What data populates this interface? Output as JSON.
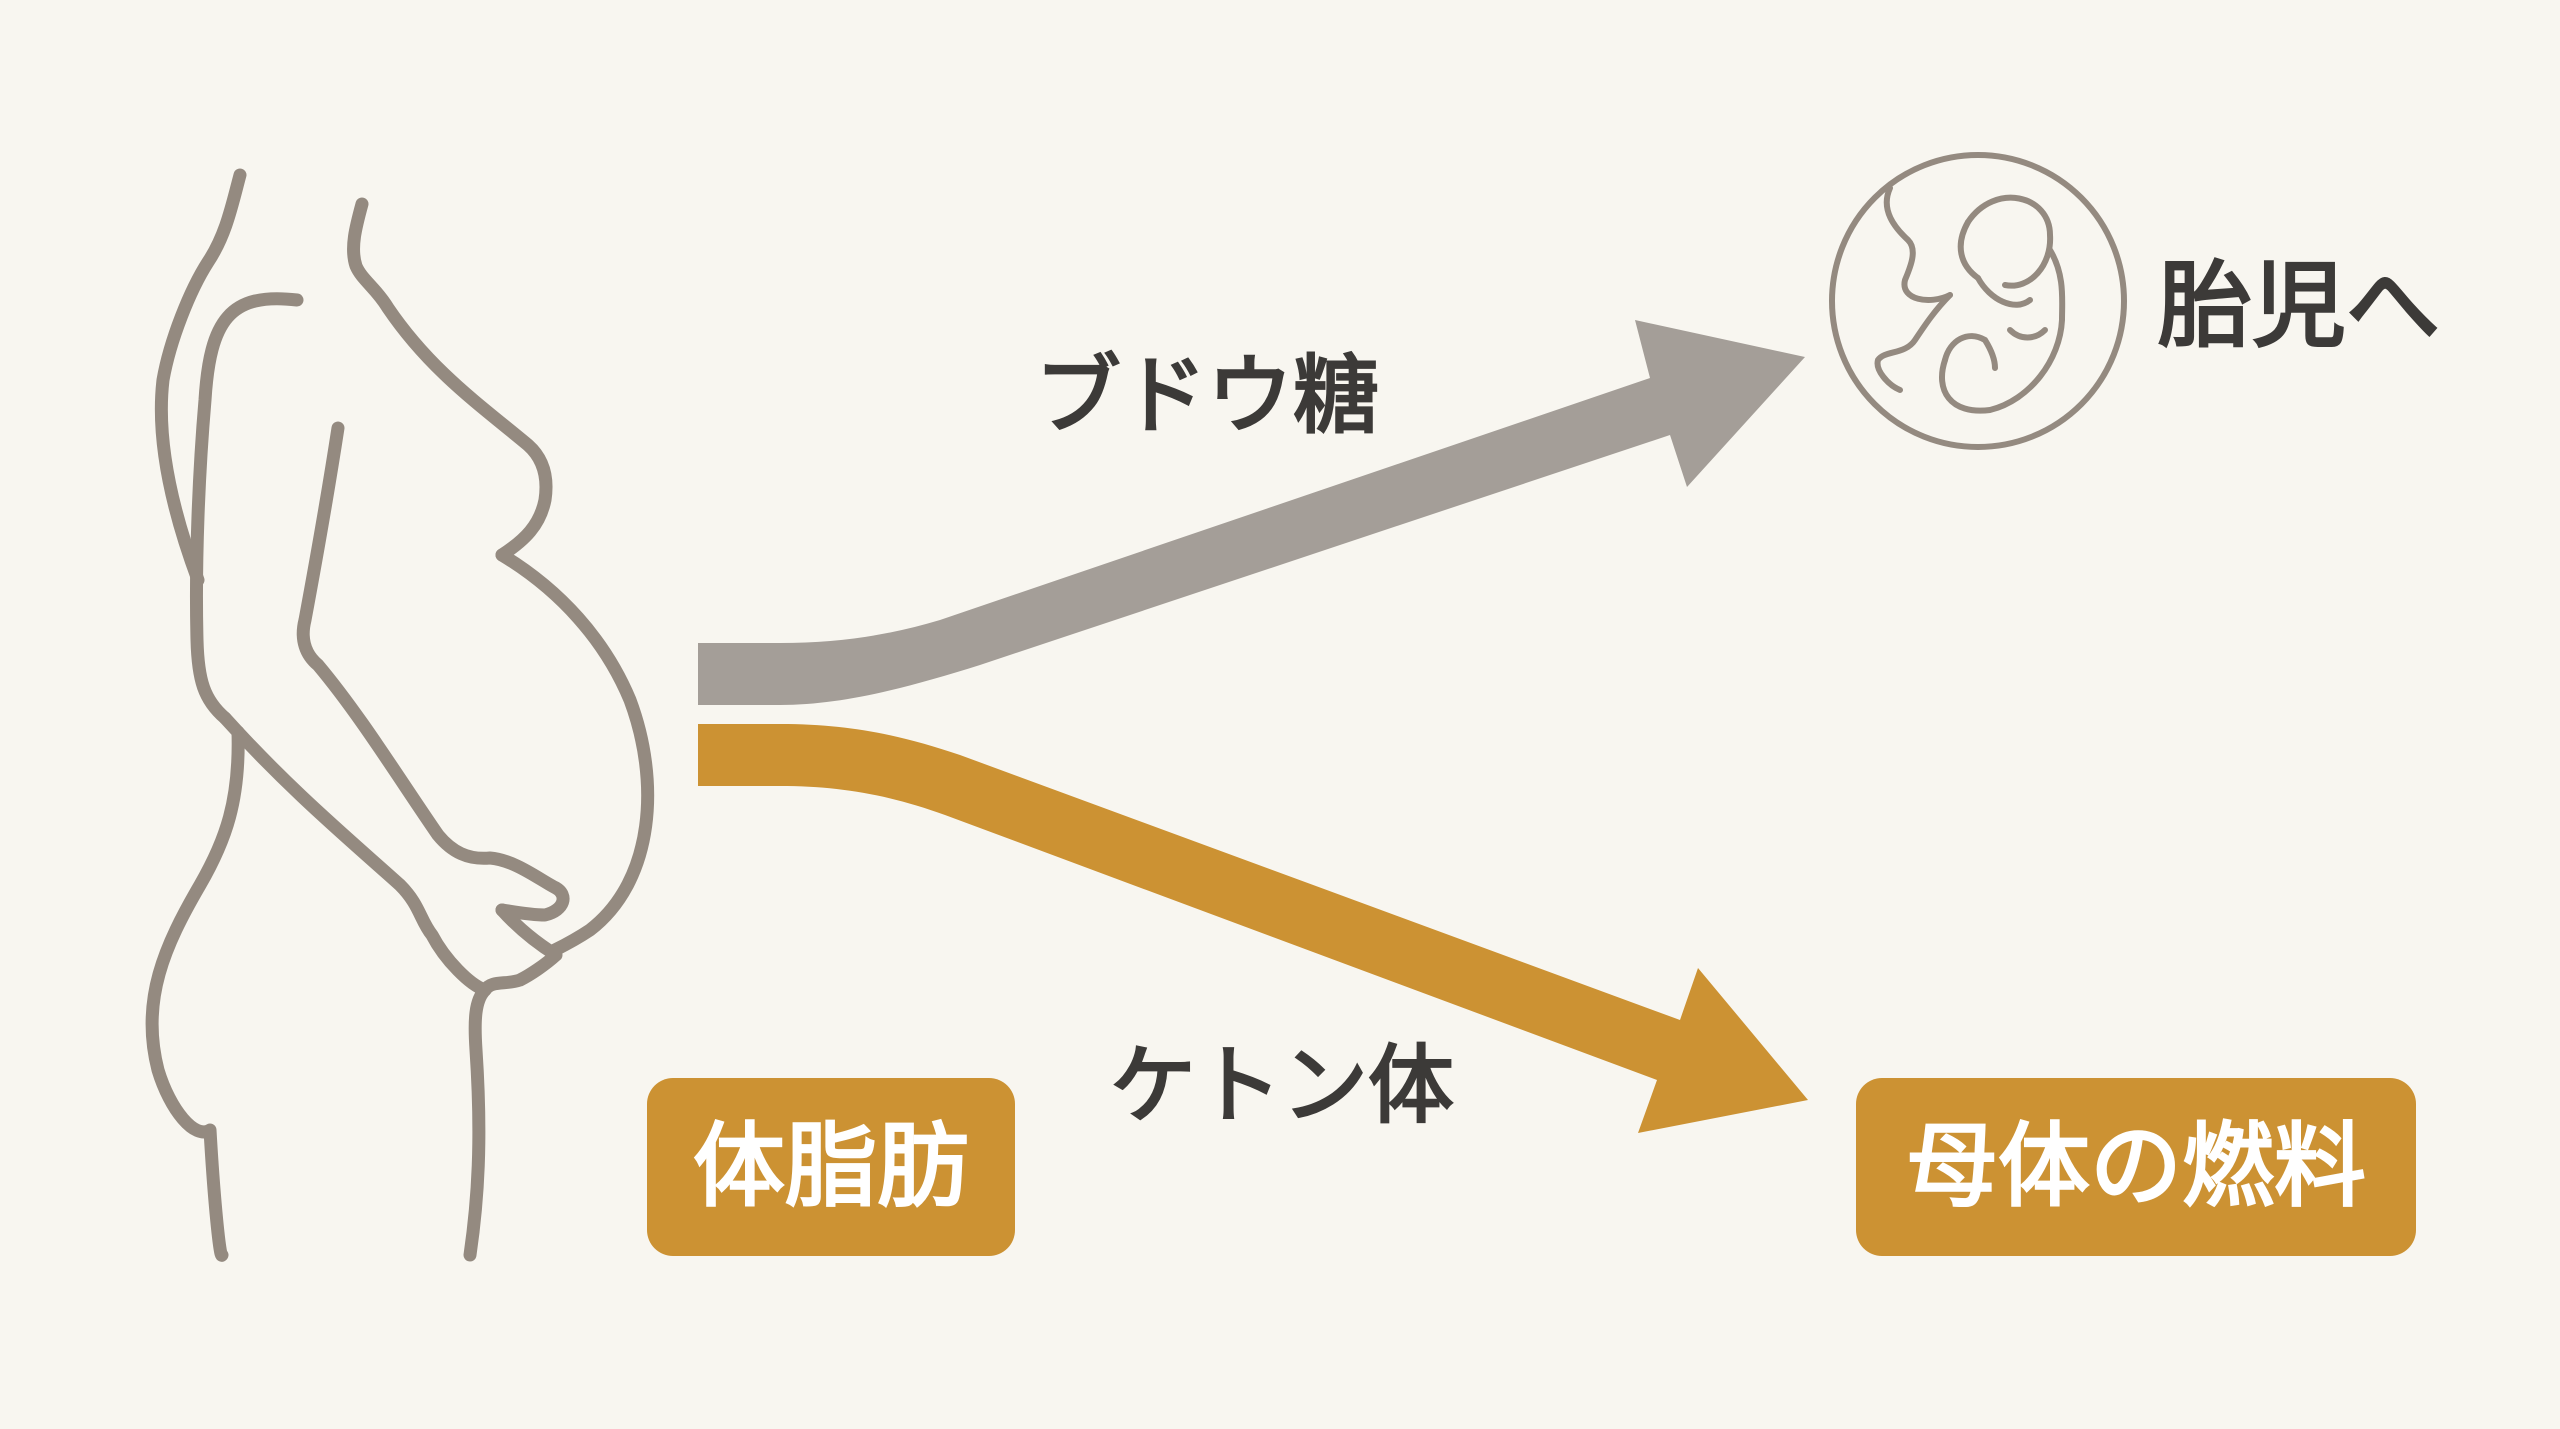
{
  "labels": {
    "glucose": "ブドウ糖",
    "ketone": "ケトン体",
    "to_fetus": "胎児へ",
    "body_fat": "体脂肪",
    "maternal_fuel": "母体の燃料"
  },
  "colors": {
    "background": "#f8f6f0",
    "outline": "#948a80",
    "glucose_arrow": "#a49e98",
    "ketone_arrow": "#cc9233",
    "badge": "#cc9233",
    "text": "#3c3a38"
  },
  "icons": {
    "figure": "pregnant-woman-icon",
    "fetus": "fetus-icon"
  }
}
